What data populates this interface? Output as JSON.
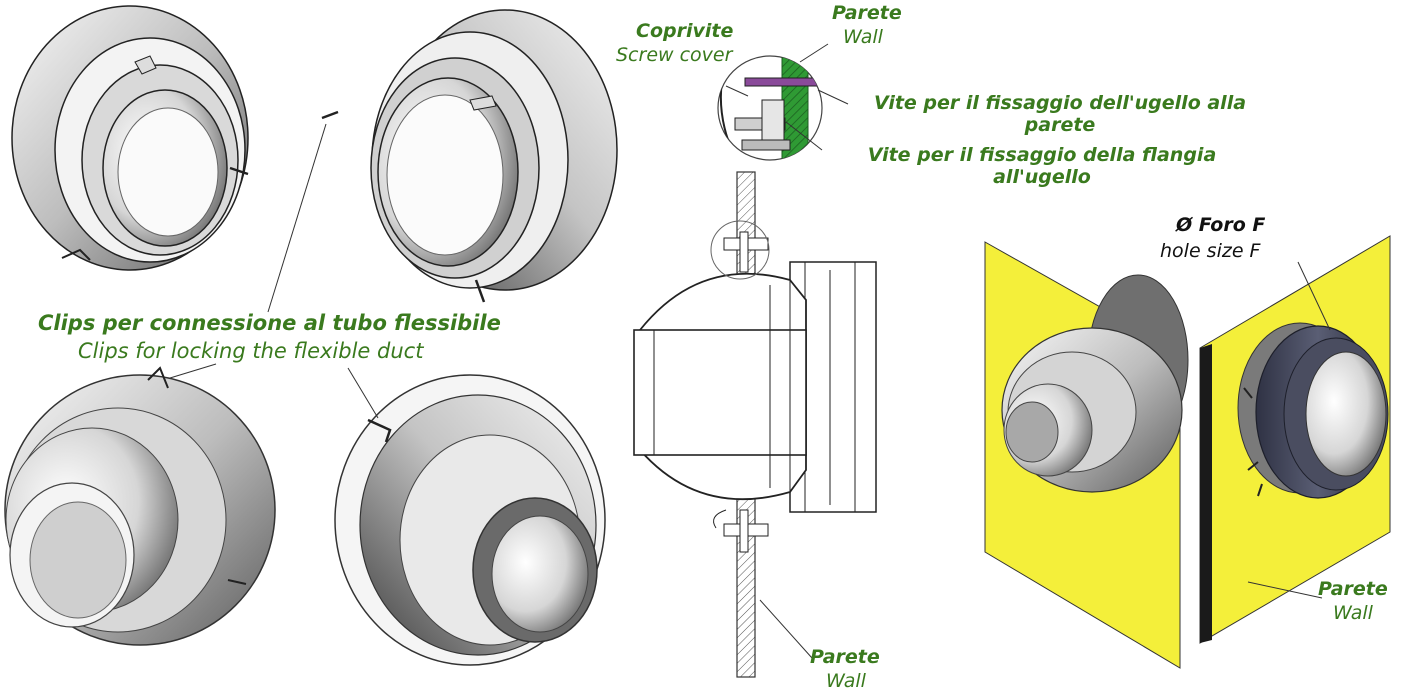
{
  "colors": {
    "label_green": "#3a7a1e",
    "wall_yellow": "#f4ef3a",
    "wall_edge": "#1a1a1a",
    "metal_light": "#eeeeee",
    "metal_dark": "#555555",
    "duct_dark": "#3c3f52",
    "hatch_green": "#2f9a34",
    "screw_purple": "#8a4a9a"
  },
  "labels": {
    "clips_it": "Clips per connessione al tubo flessibile",
    "clips_en": "Clips for locking the flexible duct",
    "coprivite": "Coprivite",
    "screw_cover": "Screw cover",
    "parete_top": "Parete",
    "wall_top": "Wall",
    "vite_ugello_line1": "Vite per il fissaggio dell'ugello alla",
    "vite_ugello_line2": "parete",
    "vite_flangia_line1": "Vite per il fissaggio della flangia",
    "vite_flangia_line2": "all'ugello",
    "parete_bottom": "Parete",
    "wall_bottom": "Wall",
    "foro_f": "Ø Foro F",
    "hole_size_f": "hole size F",
    "parete_right": "Parete",
    "wall_right": "Wall"
  },
  "icons": {
    "nozzle_rear_left": "nozzle-rear-view-icon",
    "nozzle_rear_right": "nozzle-rear-view-icon",
    "nozzle_front_left": "nozzle-front-view-icon",
    "nozzle_front_right": "nozzle-front-view-icon",
    "section": "nozzle-cross-section-icon",
    "detail": "screw-detail-icon",
    "wall_mounted_front": "wall-mounted-nozzle-icon",
    "wall_mounted_back": "wall-hole-duct-icon"
  }
}
